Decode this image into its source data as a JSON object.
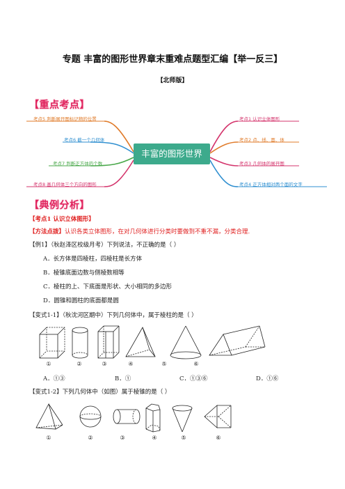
{
  "header": {
    "title": "专题 丰富的图形世界章末重难点题型汇编【举一反三】",
    "edition": "【北师版】"
  },
  "sections": {
    "focus": "【重点考点】",
    "examples": "【典例分析】"
  },
  "mindmap": {
    "center": "丰富的图形世界",
    "left": [
      {
        "label": "考点5 判断展开图标记物的位置",
        "color": "#e07b2a"
      },
      {
        "label": "考点6 截一个几何体",
        "color": "#2f8fd0"
      },
      {
        "label": "考点7 判断正方体的个数",
        "color": "#49a84a"
      },
      {
        "label": "考点8 画几何体三个方向的图形",
        "color": "#d4346c"
      }
    ],
    "right": [
      {
        "label": "考点1 认识立体图形",
        "color": "#d4346c"
      },
      {
        "label": "考点2 点、线、面、体",
        "color": "#e07b2a"
      },
      {
        "label": "考点3 几何体的展开图",
        "color": "#d4346c"
      },
      {
        "label": "考点4 正方体相对两个面的文字",
        "color": "#2f8fd0"
      }
    ]
  },
  "content": {
    "topic1": "【考点1    认识立体图形】",
    "method_tag": "【方法点拨】",
    "method_text": "认识各类立体图形，在对几何体进行分类时要做到不重不漏，分类合理.",
    "ex1_label": "【例1】",
    "ex1_text": "（秋赵泽区校级月考）下列说法，不正确的是（        ）",
    "ex1_options": [
      "A．长方体是四棱柱，四棱柱是长方体",
      "B．棱锥底面边数与侧棱数相等",
      "C．棱柱的上、下底面是形状、大小相同的多边形",
      "D．圆锥和圆柱的底面都是圆"
    ],
    "var11_label": "【变式1-1】",
    "var11_text": "（秋沈河区期中）下列几何体中，属于棱柱的是（        ）",
    "var11_shape_labels": [
      "①",
      "②",
      "③",
      "④",
      "⑤",
      "⑥"
    ],
    "var11_options": [
      "A．①③",
      "B．①",
      "C．①③⑥",
      "D．①⑥"
    ],
    "var12_label": "【变式1-2】",
    "var12_text": "下列几何体中（如图）属于棱锥的是（        ）",
    "var12_shape_labels": [
      "①",
      "②",
      "③",
      "④",
      "⑤",
      "⑥"
    ]
  },
  "colors": {
    "accent_red": "#e02020",
    "banner_pink": "#e0245e",
    "mindmap_center": "#3daa8c"
  }
}
